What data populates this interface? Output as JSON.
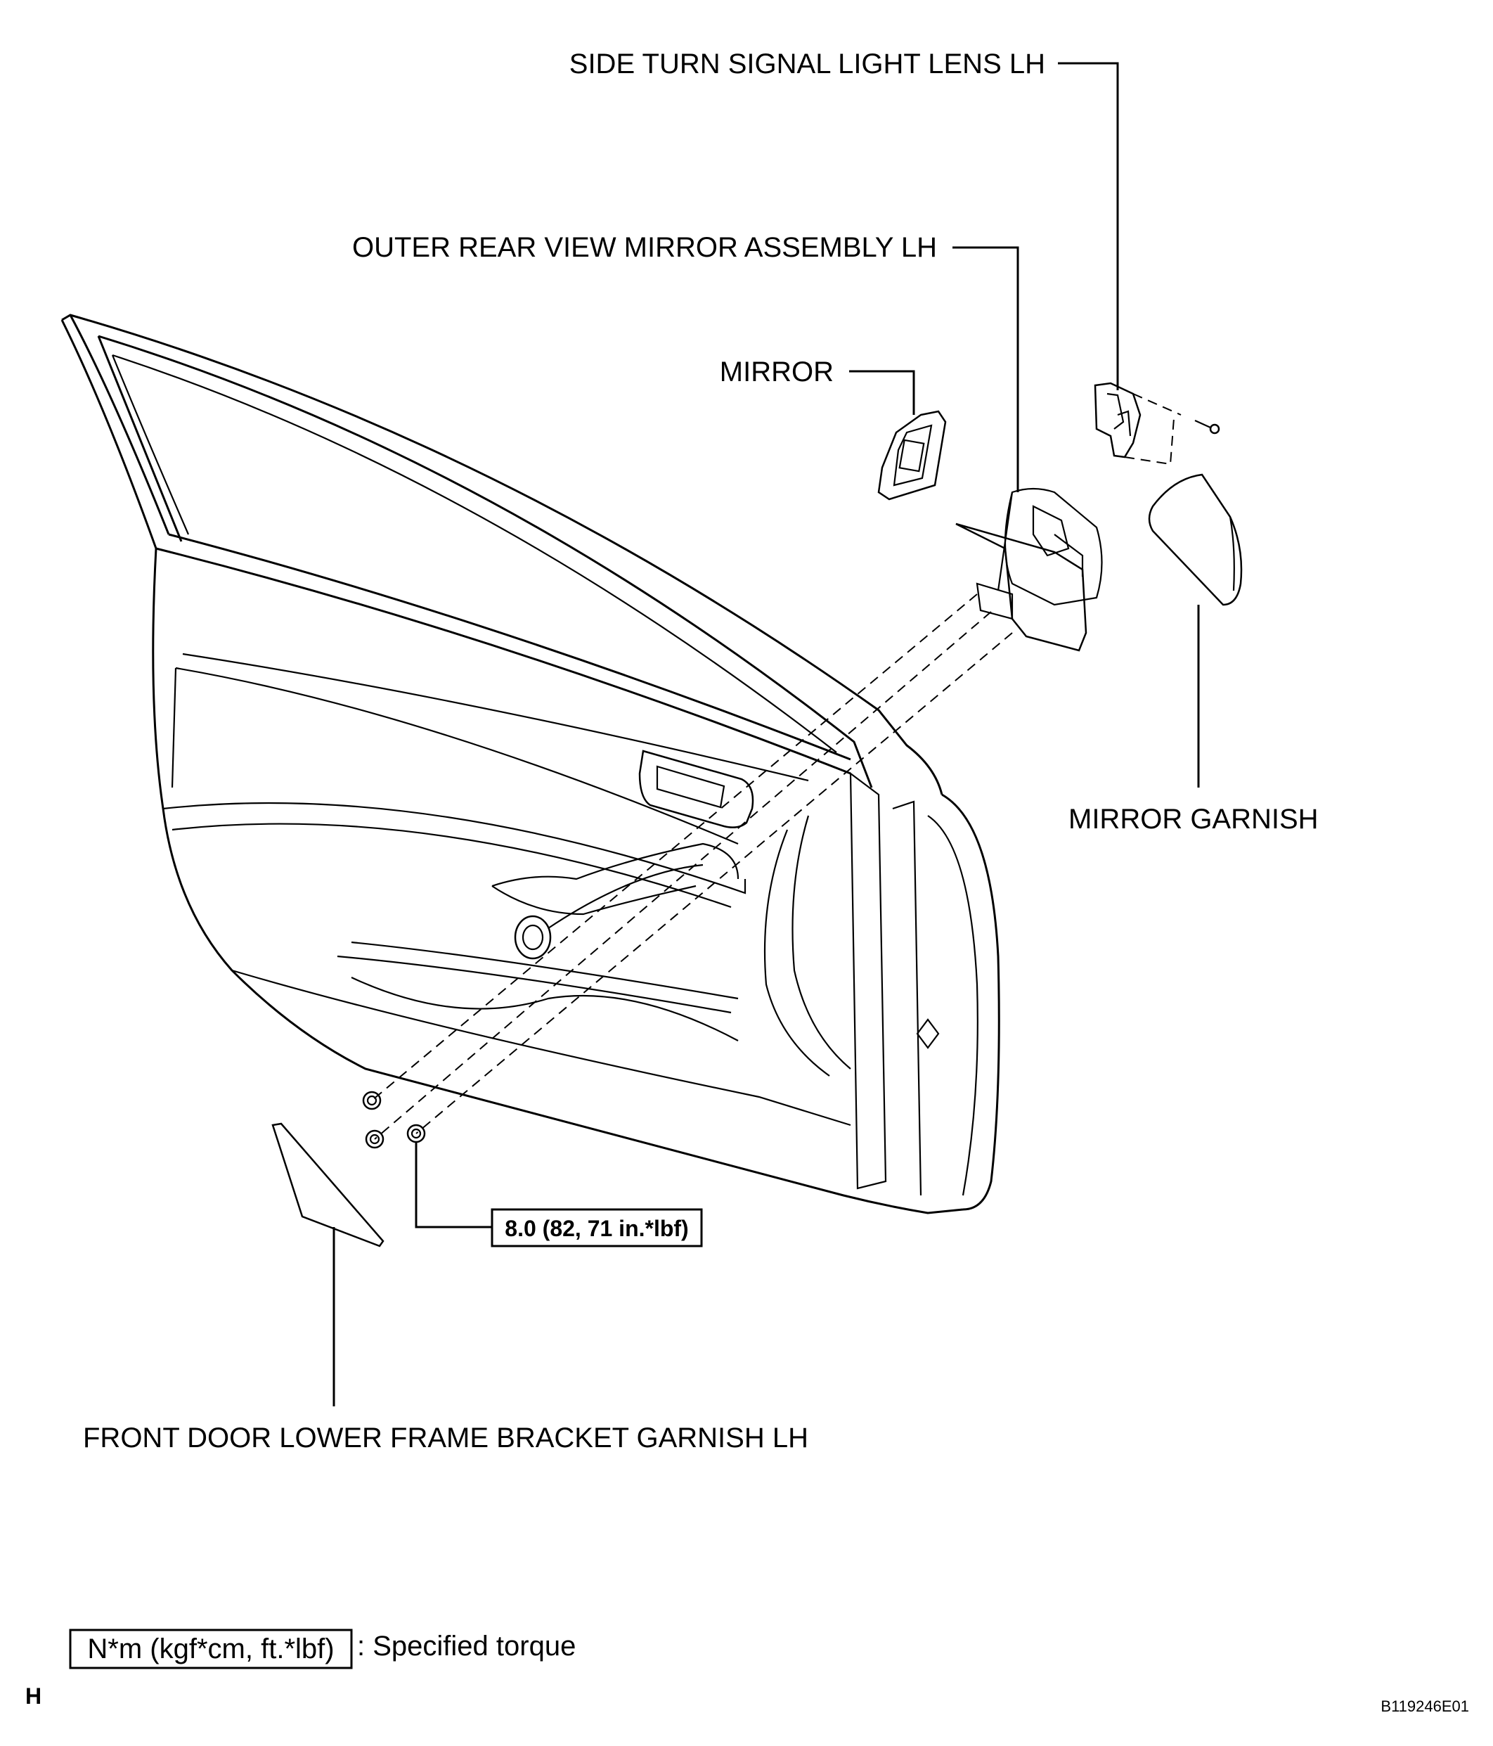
{
  "labels": {
    "side_turn_signal": "SIDE TURN SIGNAL LIGHT LENS LH",
    "outer_mirror_assembly": "OUTER REAR VIEW MIRROR ASSEMBLY LH",
    "mirror": "MIRROR",
    "mirror_garnish": "MIRROR GARNISH",
    "lower_frame_garnish": "FRONT DOOR LOWER FRAME BRACKET GARNISH LH"
  },
  "torque": {
    "value": "8.0 (82, 71 in.*lbf)"
  },
  "legend": {
    "box_text": "N*m (kgf*cm, ft.*lbf)",
    "description": ": Specified torque"
  },
  "footer": {
    "section_letter": "H",
    "figure_code": "B119246E01"
  }
}
